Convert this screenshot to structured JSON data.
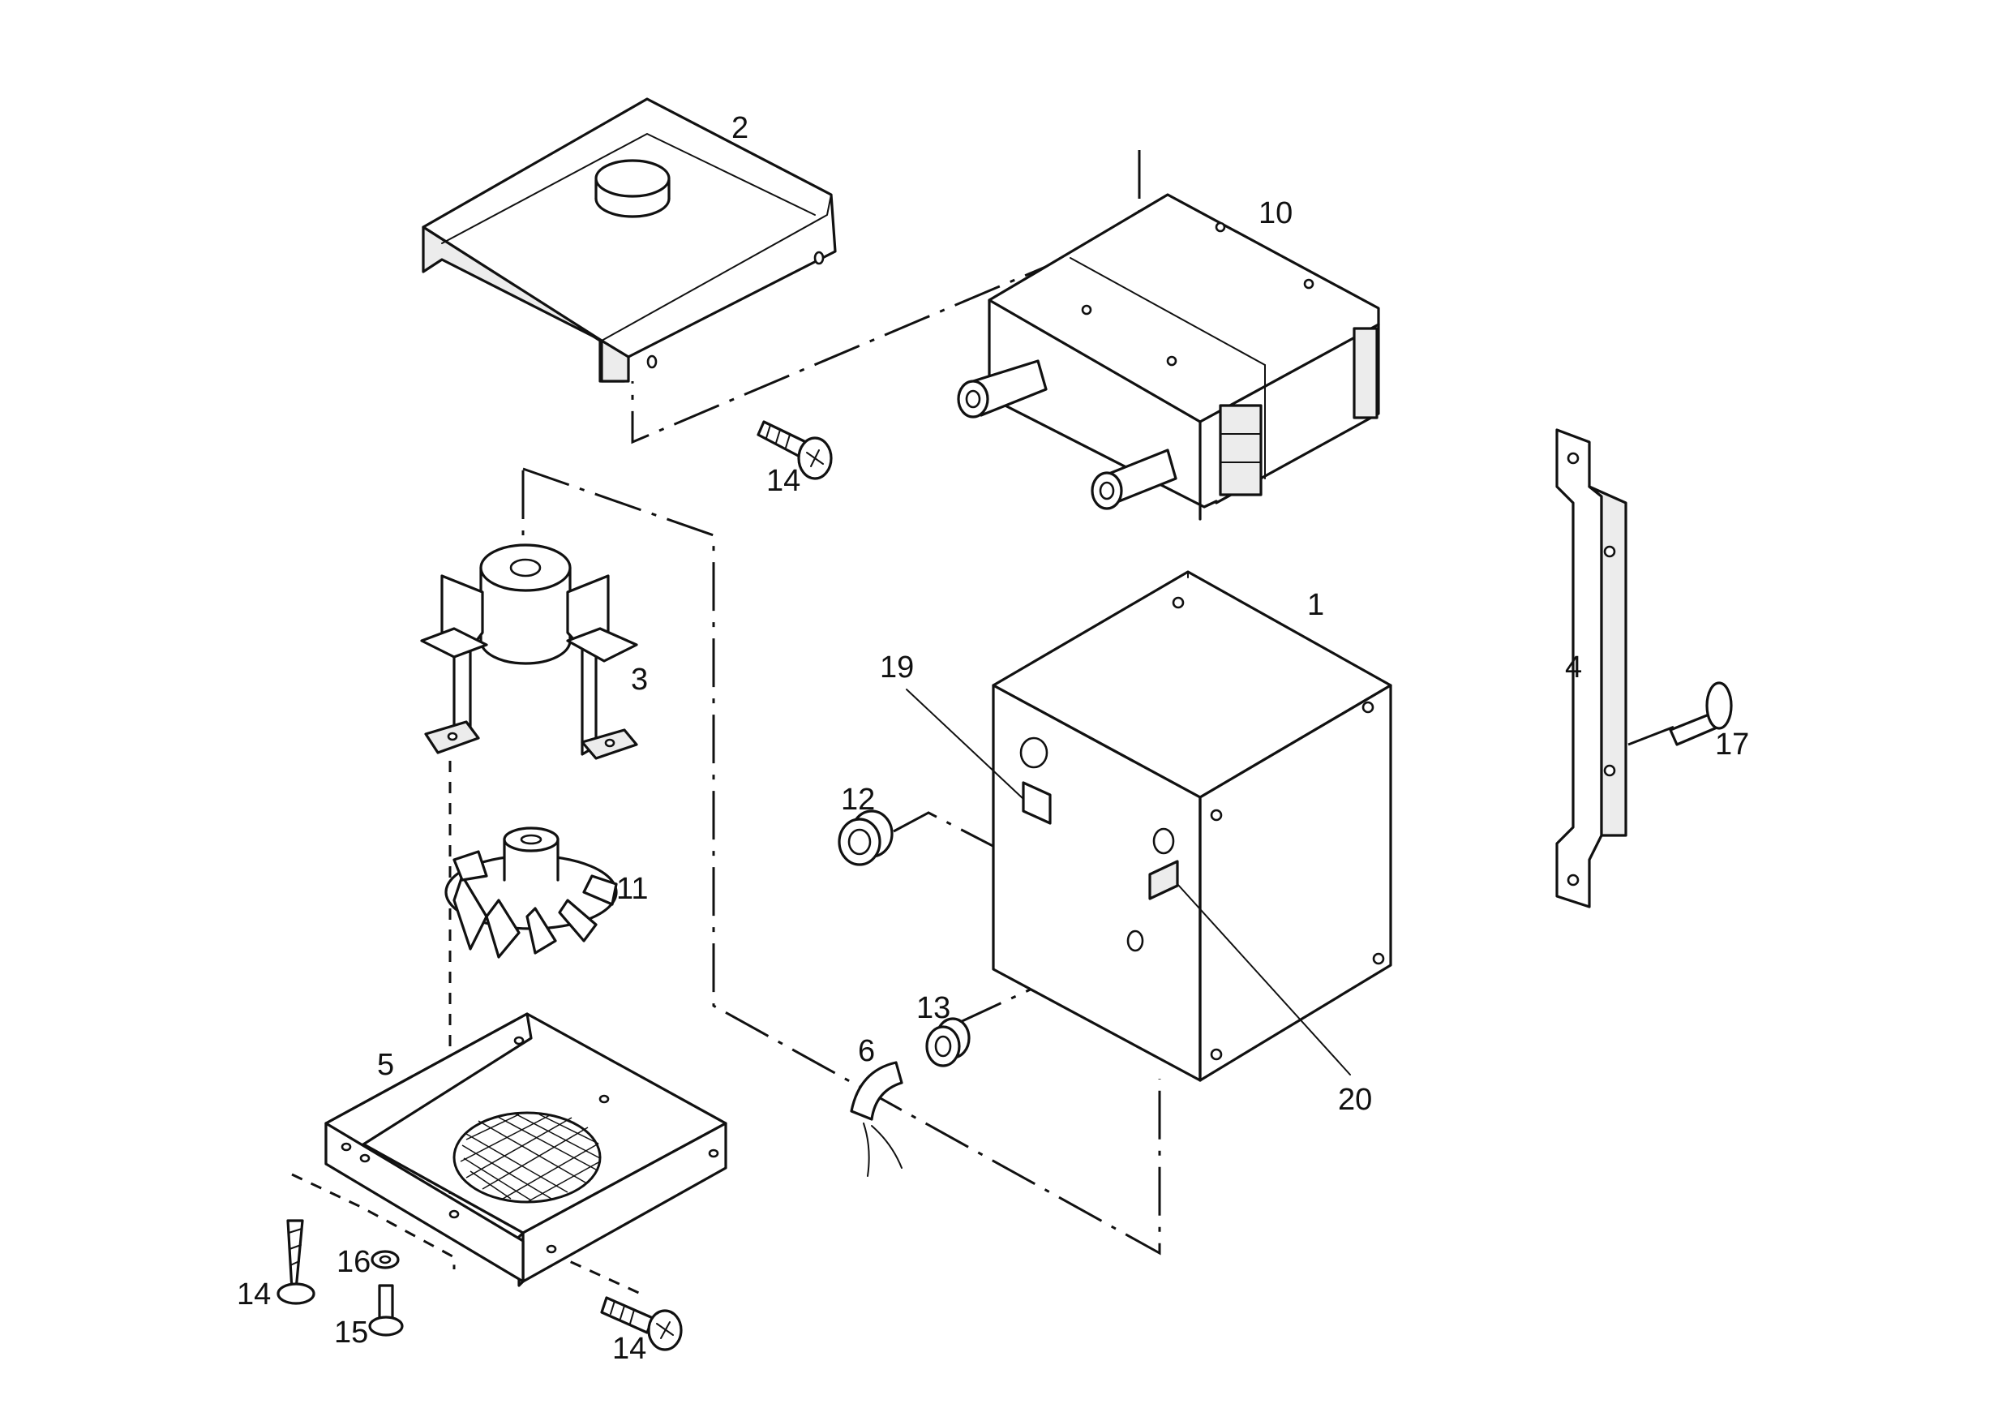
{
  "callouts": {
    "c1": "1",
    "c2": "2",
    "c3": "3",
    "c4": "4",
    "c5": "5",
    "c6": "6",
    "c10": "10",
    "c11": "11",
    "c12": "12",
    "c13": "13",
    "c14a": "14",
    "c14b": "14",
    "c14c": "14",
    "c15": "15",
    "c16": "16",
    "c17": "17",
    "c19": "19",
    "c20": "20"
  }
}
